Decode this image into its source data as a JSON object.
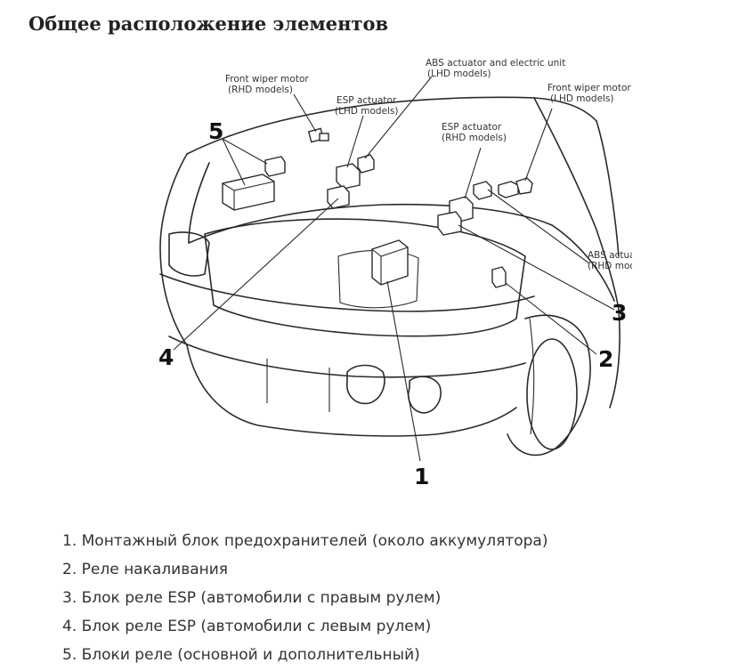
{
  "title": "Общее расположение элементов",
  "diagram": {
    "callouts": {
      "front_wiper_rhd": [
        "Front wiper motor",
        "(RHD models)"
      ],
      "esp_lhd": [
        "ESP actuator",
        "(LHD models)"
      ],
      "abs_lhd": [
        "ABS actuator and electric unit",
        "(LHD models)"
      ],
      "front_wiper_lhd": [
        "Front wiper motor",
        "(LHD models)"
      ],
      "esp_rhd": [
        "ESP actuator",
        "(RHD models)"
      ],
      "abs_rhd": [
        "ABS actuator and electric unit",
        "(RHD models)"
      ]
    },
    "numbers": [
      "1",
      "2",
      "3",
      "4",
      "5"
    ]
  },
  "legend": [
    "1. Монтажный блок предохранителей (около аккумулятора)",
    "2. Реле накаливания",
    "3. Блок реле ESP (автомобили с правым рулем)",
    "4. Блок реле ESP (автомобили с левым рулем)",
    "5. Блоки реле (основной и дополнительный)"
  ]
}
